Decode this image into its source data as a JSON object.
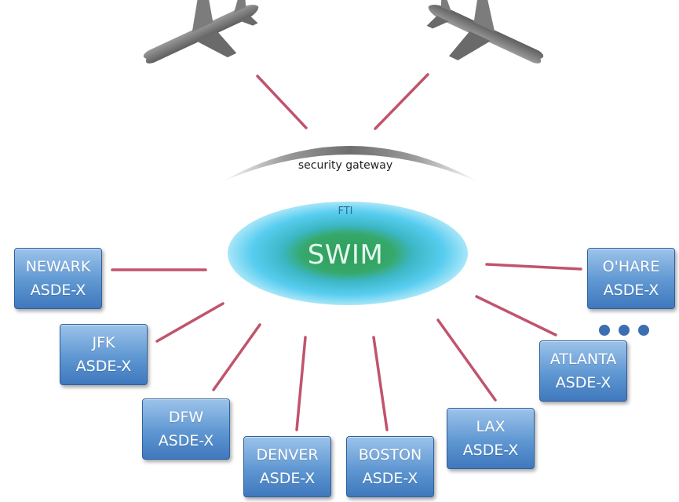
{
  "network": {
    "core_label": "SWIM",
    "core_sublabel": "FTI",
    "gateway_label": "security gateway"
  },
  "nodes": [
    {
      "id": "newark",
      "line1": "NEWARK",
      "line2": "ASDE-X"
    },
    {
      "id": "jfk",
      "line1": "JFK",
      "line2": "ASDE-X"
    },
    {
      "id": "dfw",
      "line1": "DFW",
      "line2": "ASDE-X"
    },
    {
      "id": "denver",
      "line1": "DENVER",
      "line2": "ASDE-X"
    },
    {
      "id": "boston",
      "line1": "BOSTON",
      "line2": "ASDE-X"
    },
    {
      "id": "lax",
      "line1": "LAX",
      "line2": "ASDE-X"
    },
    {
      "id": "atlanta",
      "line1": "ATLANTA",
      "line2": "ASDE-X"
    },
    {
      "id": "ohare",
      "line1": "O'HARE",
      "line2": "ASDE-X"
    }
  ],
  "aircraft": [
    {
      "icon": "airplane-icon"
    },
    {
      "icon": "airplane-icon"
    }
  ],
  "more_indicator": {
    "icon": "ellipsis-icon"
  },
  "colors": {
    "connector": "#c0546d",
    "node_fill": "#5f97d2",
    "core_outer": "#4fc7ea",
    "core_inner": "#2f9e5a",
    "gateway_arc": "#8a8a8a"
  }
}
